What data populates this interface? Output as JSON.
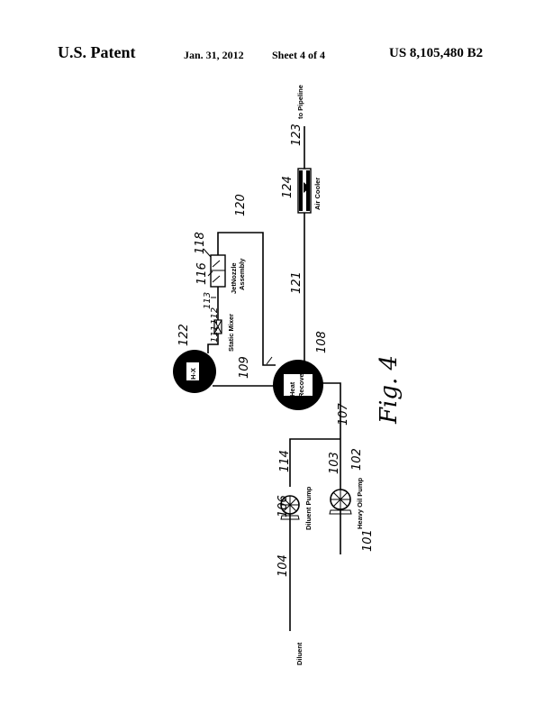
{
  "header": {
    "patent_label": "U.S. Patent",
    "date": "Jan. 31, 2012",
    "sheet": "Sheet 4 of 4",
    "patent_number": "US 8,105,480 B2"
  },
  "figure": {
    "fig_label": "Fig. 4",
    "components": {
      "diluent_inlet": "Diluent",
      "diluent_pump": "Diluent Pump",
      "heavy_oil_pump": "Heavy Oil Pump",
      "heat_recovery_line1": "Heat",
      "heat_recovery_line2": "Recovery",
      "heat_exchanger": "H-X",
      "static_mixer": "Static Mixer",
      "jet_nozzle_line1": "JetNozzle",
      "jet_nozzle_line2": "Assembly",
      "air_cooler": "Air Cooler",
      "pipeline_outlet": "to Pipeline"
    },
    "refs": {
      "r101": "101",
      "r102": "102",
      "r103": "103",
      "r104": "104",
      "r106": "106",
      "r107": "107",
      "r108": "108",
      "r109": "109",
      "r111": "111",
      "r112": "112",
      "r113": "113",
      "r114": "114",
      "r116": "116",
      "r118": "118",
      "r120": "120",
      "r121": "121",
      "r122": "122",
      "r123": "123",
      "r124": "124"
    }
  }
}
